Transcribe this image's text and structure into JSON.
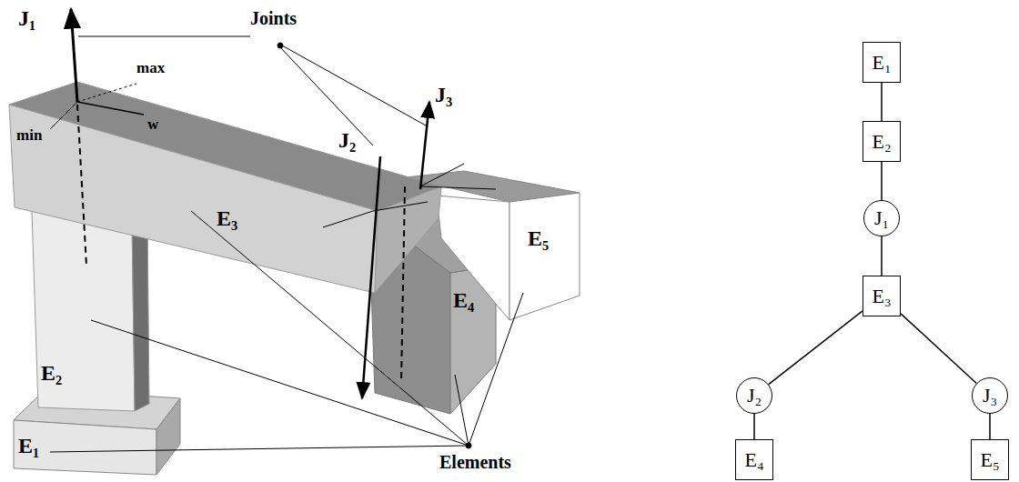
{
  "diagram": {
    "nodes": [
      {
        "text": [
          "E₁"
        ]
      },
      {
        "text": [
          "E₂"
        ]
      },
      {
        "text": [
          "J₁"
        ]
      },
      {
        "text": [
          "E₃"
        ]
      },
      {
        "text": [
          "J₂"
        ]
      },
      {
        "text": [
          "J₃"
        ]
      },
      {
        "text": [
          "E₄"
        ]
      },
      {
        "text": [
          "E₅"
        ]
      }
    ],
    "edges": [
      {
        "from": 0,
        "to": 1,
        "arrow": "none"
      },
      {
        "from": 1,
        "to": 2,
        "arrow": "none"
      },
      {
        "from": 2,
        "to": 3,
        "arrow": "none"
      },
      {
        "from": 3,
        "to": 4,
        "arrow": "none"
      },
      {
        "from": 3,
        "to": 5,
        "arrow": "none"
      },
      {
        "from": 4,
        "to": 6,
        "arrow": "none"
      },
      {
        "from": 5,
        "to": 7,
        "arrow": "none"
      }
    ],
    "labels": [
      "J₁",
      "Joints",
      "max",
      "min",
      "w",
      "J₂",
      "J₃",
      "E₃",
      "E₅",
      "E₄",
      "E₂",
      "E₁",
      "Elements"
    ]
  }
}
